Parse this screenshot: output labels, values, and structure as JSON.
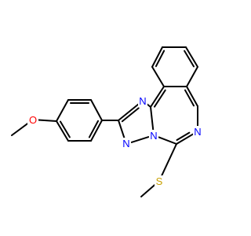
{
  "molecule": {
    "atoms": [
      {
        "id": "N1",
        "symbol": "N",
        "color": "#0000ff"
      },
      {
        "id": "N2",
        "symbol": "N",
        "color": "#0000ff"
      },
      {
        "id": "N3",
        "symbol": "N",
        "color": "#0000ff"
      },
      {
        "id": "N4",
        "symbol": "N",
        "color": "#0000ff"
      },
      {
        "id": "O1",
        "symbol": "O",
        "color": "#ff0000"
      },
      {
        "id": "S1",
        "symbol": "S",
        "color": "#c8a000"
      }
    ],
    "bond_color": "#000000",
    "background": "#ffffff"
  }
}
